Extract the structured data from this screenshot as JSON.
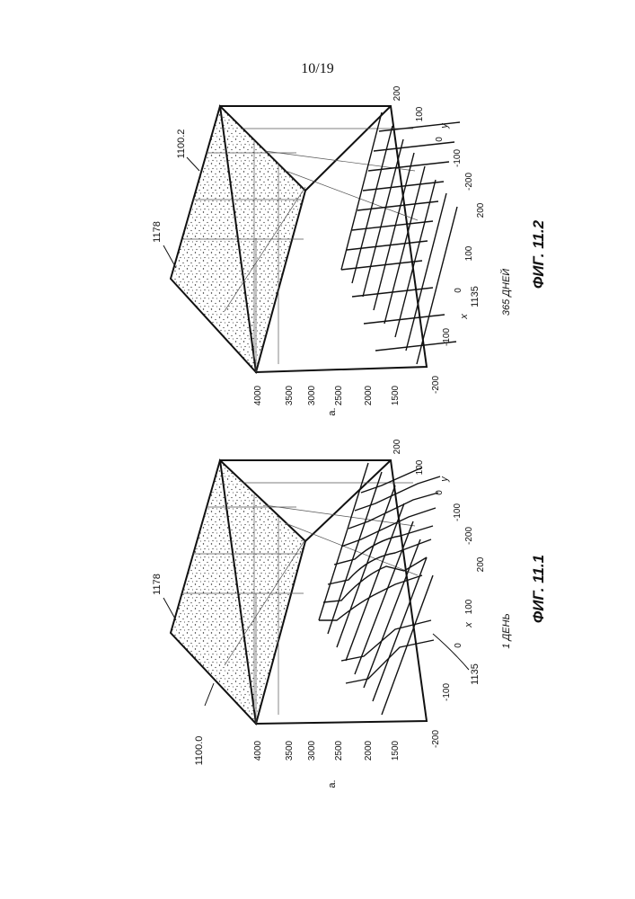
{
  "page": {
    "number": "10/19"
  },
  "figures": [
    {
      "id": "fig-11-1",
      "caption": "ФИГ. 11.1",
      "time_label": "1 ДЕНЬ",
      "labels": {
        "figure_ref": "1100.0",
        "layer_ref": "1178",
        "mesh_ref": "1135"
      },
      "axes": {
        "vertical_label": "a.",
        "vertical_ticks": [
          "4000",
          "3500",
          "3000",
          "2500",
          "2000",
          "1500"
        ],
        "x_label": "x",
        "x_ticks": [
          "-200",
          "-100",
          "0",
          "100",
          "200"
        ],
        "y_label": "y",
        "y_ticks": [
          "-200",
          "-100",
          "0",
          "100",
          "200"
        ]
      }
    },
    {
      "id": "fig-11-2",
      "caption": "ФИГ. 11.2",
      "time_label": "365 ДНЕЙ",
      "labels": {
        "figure_ref": "1100.2",
        "layer_ref": "1178",
        "mesh_ref": "1135"
      },
      "axes": {
        "vertical_label": "a.",
        "vertical_ticks": [
          "4000",
          "3500",
          "3000",
          "2500",
          "2000",
          "1500"
        ],
        "x_label": "x",
        "x_ticks": [
          "-200",
          "-100",
          "0",
          "100",
          "200"
        ],
        "y_label": "y",
        "y_ticks": [
          "-200",
          "-100",
          "0",
          "100",
          "200"
        ]
      }
    }
  ]
}
